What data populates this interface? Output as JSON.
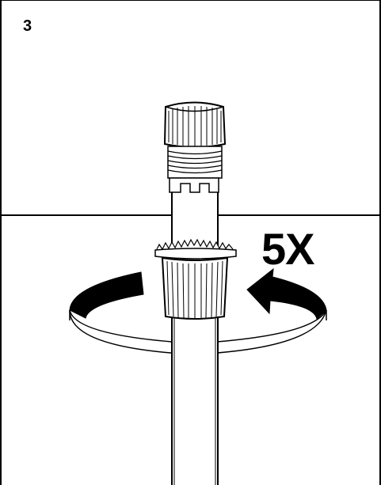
{
  "step": {
    "number": "3"
  },
  "rotation": {
    "count_label": "5X",
    "direction": "clockwise"
  },
  "colors": {
    "line": "#000000",
    "background": "#ffffff"
  },
  "icons": [
    "rotation-arrow-icon",
    "rotation-arrow-icon"
  ]
}
